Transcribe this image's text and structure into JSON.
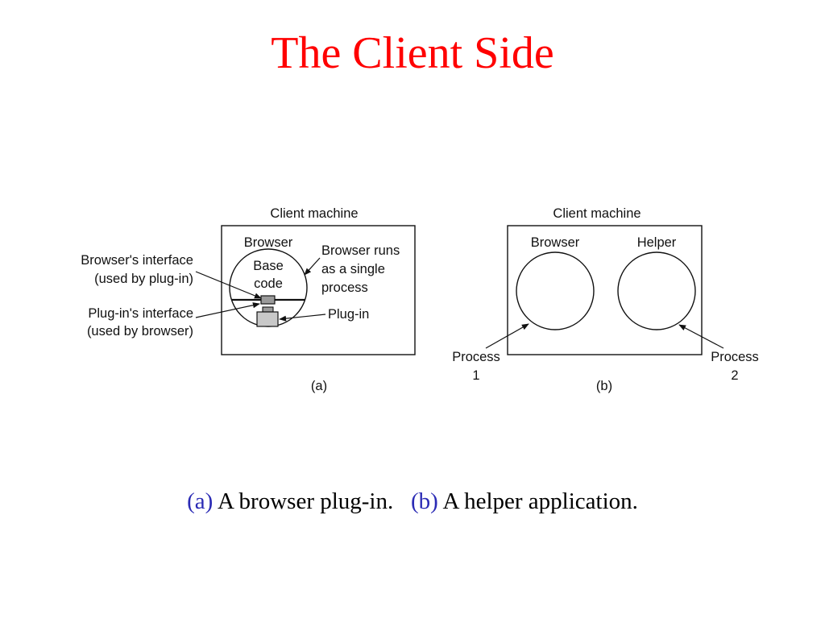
{
  "slide": {
    "title": "The Client Side"
  },
  "diagram_a": {
    "box_label": "Client machine",
    "browser_label": "Browser",
    "base_code_line1": "Base",
    "base_code_line2": "code",
    "browser_interface_line1": "Browser's interface",
    "browser_interface_line2": "(used by plug-in)",
    "plugin_interface_line1": "Plug-in's interface",
    "plugin_interface_line2": "(used by browser)",
    "browser_runs_line1": "Browser runs",
    "browser_runs_line2": "as a single",
    "browser_runs_line3": "process",
    "plugin_label": "Plug-in",
    "sublabel": "(a)"
  },
  "diagram_b": {
    "box_label": "Client machine",
    "browser_label": "Browser",
    "helper_label": "Helper",
    "process1_line1": "Process",
    "process1_line2": "1",
    "process2_line1": "Process",
    "process2_line2": "2",
    "sublabel": "(b)"
  },
  "caption": {
    "a_tag": "(a)",
    "a_text": " A browser plug-in.",
    "b_tag": "(b)",
    "b_text": " A helper application."
  },
  "colors": {
    "title": "#ff0000",
    "caption_tag": "#2b2bb5",
    "plugin_fill": "#c8c8c8"
  }
}
